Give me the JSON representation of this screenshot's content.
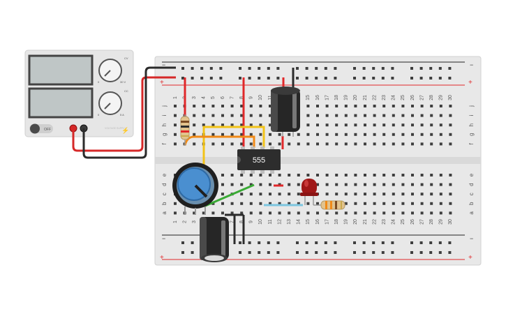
{
  "power_supply": {
    "voltage_display": "",
    "current_display": "",
    "switch_label": "OFF",
    "voltage_knob_min": "0",
    "voltage_knob_max": "30 V",
    "current_knob_min": "0",
    "current_knob_max": "5 A",
    "voltage_tag": "CV",
    "current_tag": "CC",
    "brand_label": "VOLTAGE SUPPLY"
  },
  "breadboard": {
    "columns": [
      "1",
      "2",
      "3",
      "4",
      "5",
      "6",
      "7",
      "8",
      "9",
      "10",
      "11",
      "12",
      "13",
      "14",
      "15",
      "16",
      "17",
      "18",
      "19",
      "20",
      "21",
      "22",
      "23",
      "24",
      "25",
      "26",
      "27",
      "28",
      "29",
      "30"
    ],
    "top_rows": [
      "j",
      "i",
      "h",
      "g",
      "f"
    ],
    "bottom_rows": [
      "e",
      "d",
      "c",
      "b",
      "a"
    ],
    "rail_minus": "−",
    "rail_plus": "+"
  },
  "chip": {
    "label": "555"
  },
  "colors": {
    "wire_red": "#e0282a",
    "wire_black": "#2b2b2b",
    "wire_yellow": "#f2c318",
    "wire_orange": "#f08a17",
    "wire_green": "#3aaa35",
    "wire_blue": "#7cc6e0",
    "board": "#e8e8e8",
    "led_red": "#a01818",
    "pot_blue": "#4a8fd0"
  }
}
